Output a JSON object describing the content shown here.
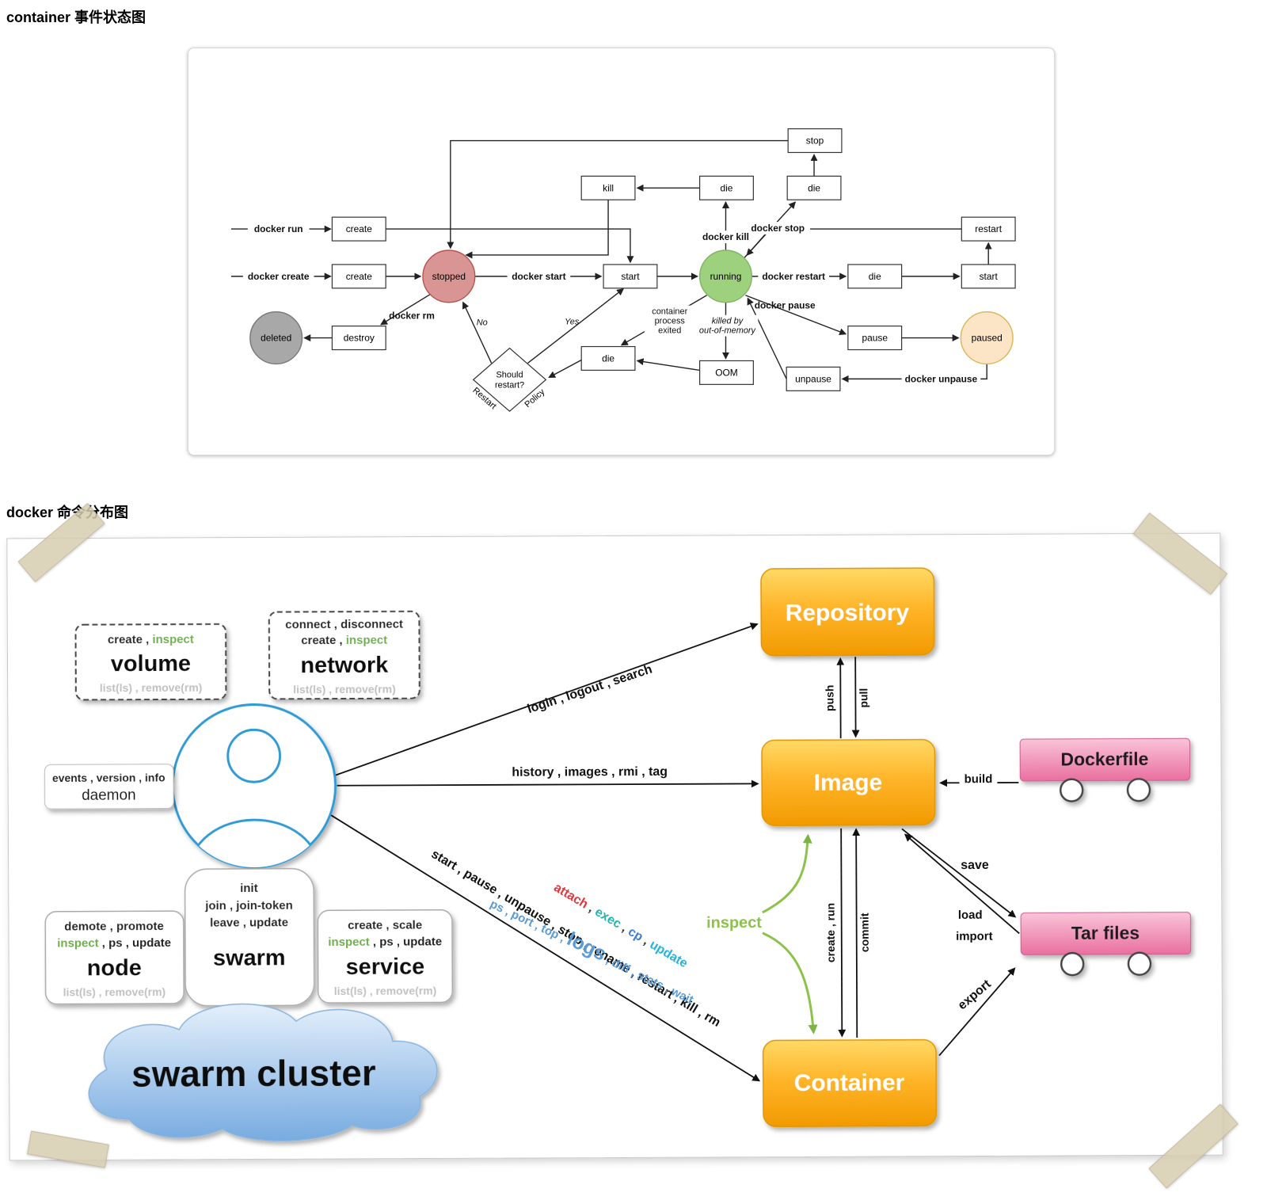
{
  "page": {
    "heading1": "container 事件状态图",
    "heading2": "docker 命令分布图"
  },
  "colors": {
    "state_stopped": "#d89593",
    "state_running": "#9ed17d",
    "state_paused": "#fce4c7",
    "state_deleted": "#a8a8a8",
    "cmd_green": "#6fae4e",
    "cmd_gray": "#c0c0c0",
    "attach_red": "#e0393b",
    "exec_teal": "#1fb5b0",
    "cp_blue": "#3c7fd0",
    "update_cyan": "#27b3d8",
    "blue_row": "#5a9bd5",
    "inspect_green": "#8bc34a",
    "accent_blue": "#2e9bd6"
  },
  "state_diagram": {
    "events": {
      "create": "create",
      "start": "start",
      "die": "die",
      "stop": "stop",
      "kill": "kill",
      "restart": "restart",
      "destroy": "destroy",
      "pause": "pause",
      "unpause": "unpause",
      "oom": "OOM"
    },
    "states": {
      "stopped": "stopped",
      "running": "running",
      "paused": "paused",
      "deleted": "deleted"
    },
    "decision": {
      "line1": "Should",
      "line2": "restart?",
      "edge_left": "Restart",
      "edge_right": "Policy"
    },
    "labels": {
      "docker_run": "docker run",
      "docker_create": "docker create",
      "docker_start": "docker start",
      "docker_kill": "docker kill",
      "docker_stop": "docker stop",
      "docker_restart": "docker restart",
      "docker_pause": "docker pause",
      "docker_unpause": "docker unpause",
      "docker_rm": "docker rm",
      "no": "No",
      "yes": "Yes",
      "exited1": "container",
      "exited2": "process",
      "exited3": "exited",
      "oom1": "killed by",
      "oom2": "out-of-memory"
    }
  },
  "command_diagram": {
    "client_groups": {
      "volume": {
        "row1a": "create , ",
        "row1b": "inspect",
        "title": "volume",
        "row3": "list(ls) , remove(rm)"
      },
      "network": {
        "row1": "connect , disconnect",
        "row2a": "create , ",
        "row2b": "inspect",
        "title": "network",
        "row4": "list(ls) , remove(rm)"
      },
      "daemon": {
        "row1": "events , version , info",
        "title": "daemon"
      },
      "node": {
        "row1": "demote , promote",
        "row2a": "inspect",
        "row2b": " , ps , update",
        "title": "node",
        "row4": "list(ls) , remove(rm)"
      },
      "swarm": {
        "row1": "init",
        "row2": "join , join-token",
        "row3": "leave , update",
        "title": "swarm"
      },
      "service": {
        "row1": "create , scale",
        "row2a": "inspect",
        "row2b": " , ps , update",
        "title": "service",
        "row4": "list(ls) , remove(rm)"
      },
      "cloud": "swarm cluster"
    },
    "entities": {
      "repository": "Repository",
      "image": "Image",
      "container": "Container",
      "dockerfile": "Dockerfile",
      "tarfiles": "Tar files"
    },
    "edges": {
      "to_repository": "login , logout , search",
      "to_image": "history , images , rmi , tag",
      "to_container_black": "start , pause , unpause , stop , rename , restart , kill , rm",
      "attach": "attach",
      "exec": "exec",
      "cp": "cp",
      "update": "update",
      "sep": " , ",
      "blue_pre": "ps , port , top , ",
      "blue_logs": "logs",
      "blue_post": " , diff , stats , wait",
      "push": "push",
      "pull": "pull",
      "create_run": "create , run",
      "commit": "commit",
      "build": "build",
      "save": "save",
      "load": "load",
      "import": "import",
      "export": "export",
      "inspect": "inspect"
    }
  }
}
